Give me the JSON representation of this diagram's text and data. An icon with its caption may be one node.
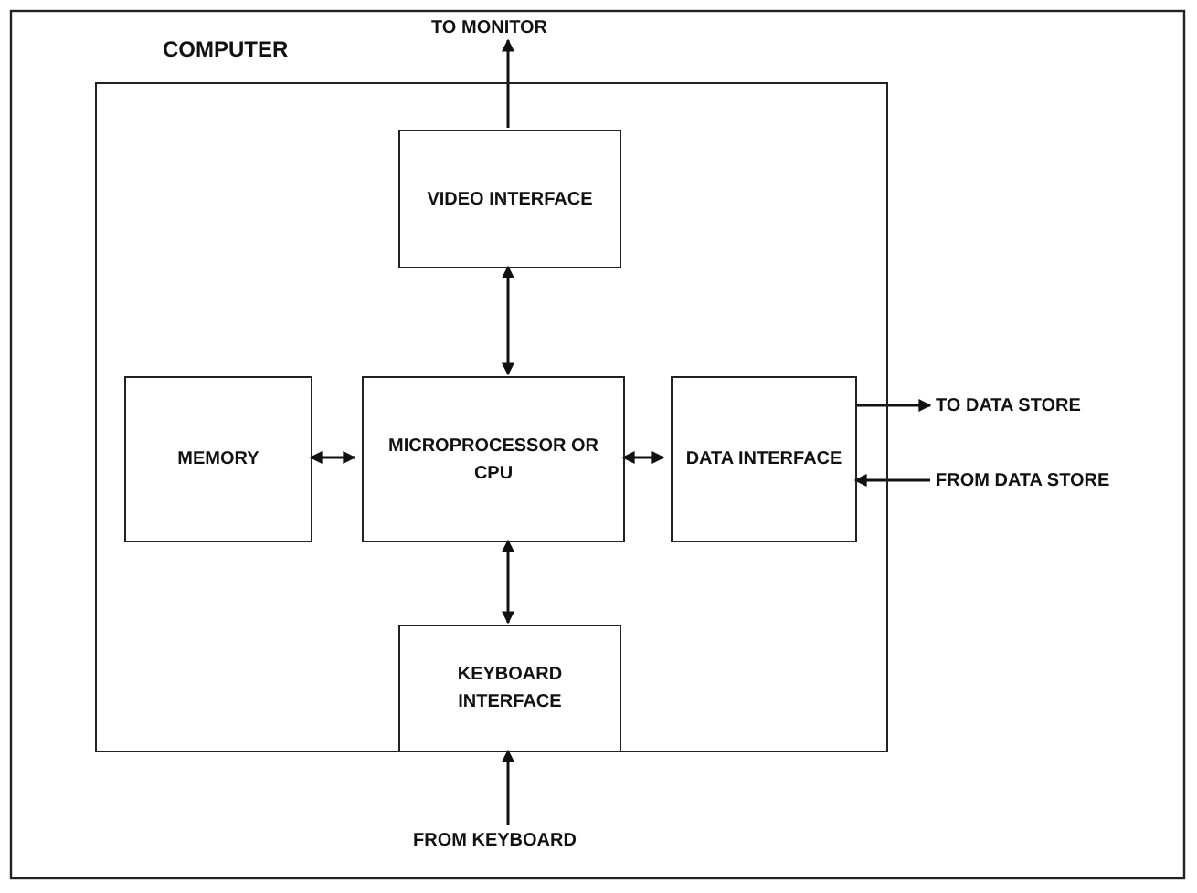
{
  "diagram": {
    "nodes": [
      {
        "text": [
          "COMPUTER"
        ]
      },
      {
        "text": [
          "VIDEO INTERFACE"
        ],
        "in": 0
      },
      {
        "text": [
          "MEMORY"
        ],
        "in": 0
      },
      {
        "text": [
          "MICROPROCESSOR OR CPU"
        ],
        "in": 0
      },
      {
        "text": [
          "DATA INTERFACE"
        ],
        "in": 0
      },
      {
        "text": [
          "KEYBOARD INTERFACE"
        ],
        "in": 0
      },
      {
        "text": [
          "TO MONITOR"
        ]
      },
      {
        "text": [
          "TO DATA STORE"
        ]
      },
      {
        "text": [
          "FROM DATA STORE"
        ]
      },
      {
        "text": [
          "FROM KEYBOARD"
        ]
      }
    ],
    "edges": [
      {
        "from": 1,
        "to": 6,
        "arrow": "to"
      },
      {
        "from": 3,
        "to": 1,
        "arrow": "both"
      },
      {
        "from": 2,
        "to": 3,
        "arrow": "both"
      },
      {
        "from": 3,
        "to": 4,
        "arrow": "both"
      },
      {
        "from": 3,
        "to": 5,
        "arrow": "both"
      },
      {
        "from": 4,
        "to": 7,
        "arrow": "to"
      },
      {
        "from": 8,
        "to": 4,
        "arrow": "to"
      },
      {
        "from": 9,
        "to": 5,
        "arrow": "to"
      }
    ]
  }
}
